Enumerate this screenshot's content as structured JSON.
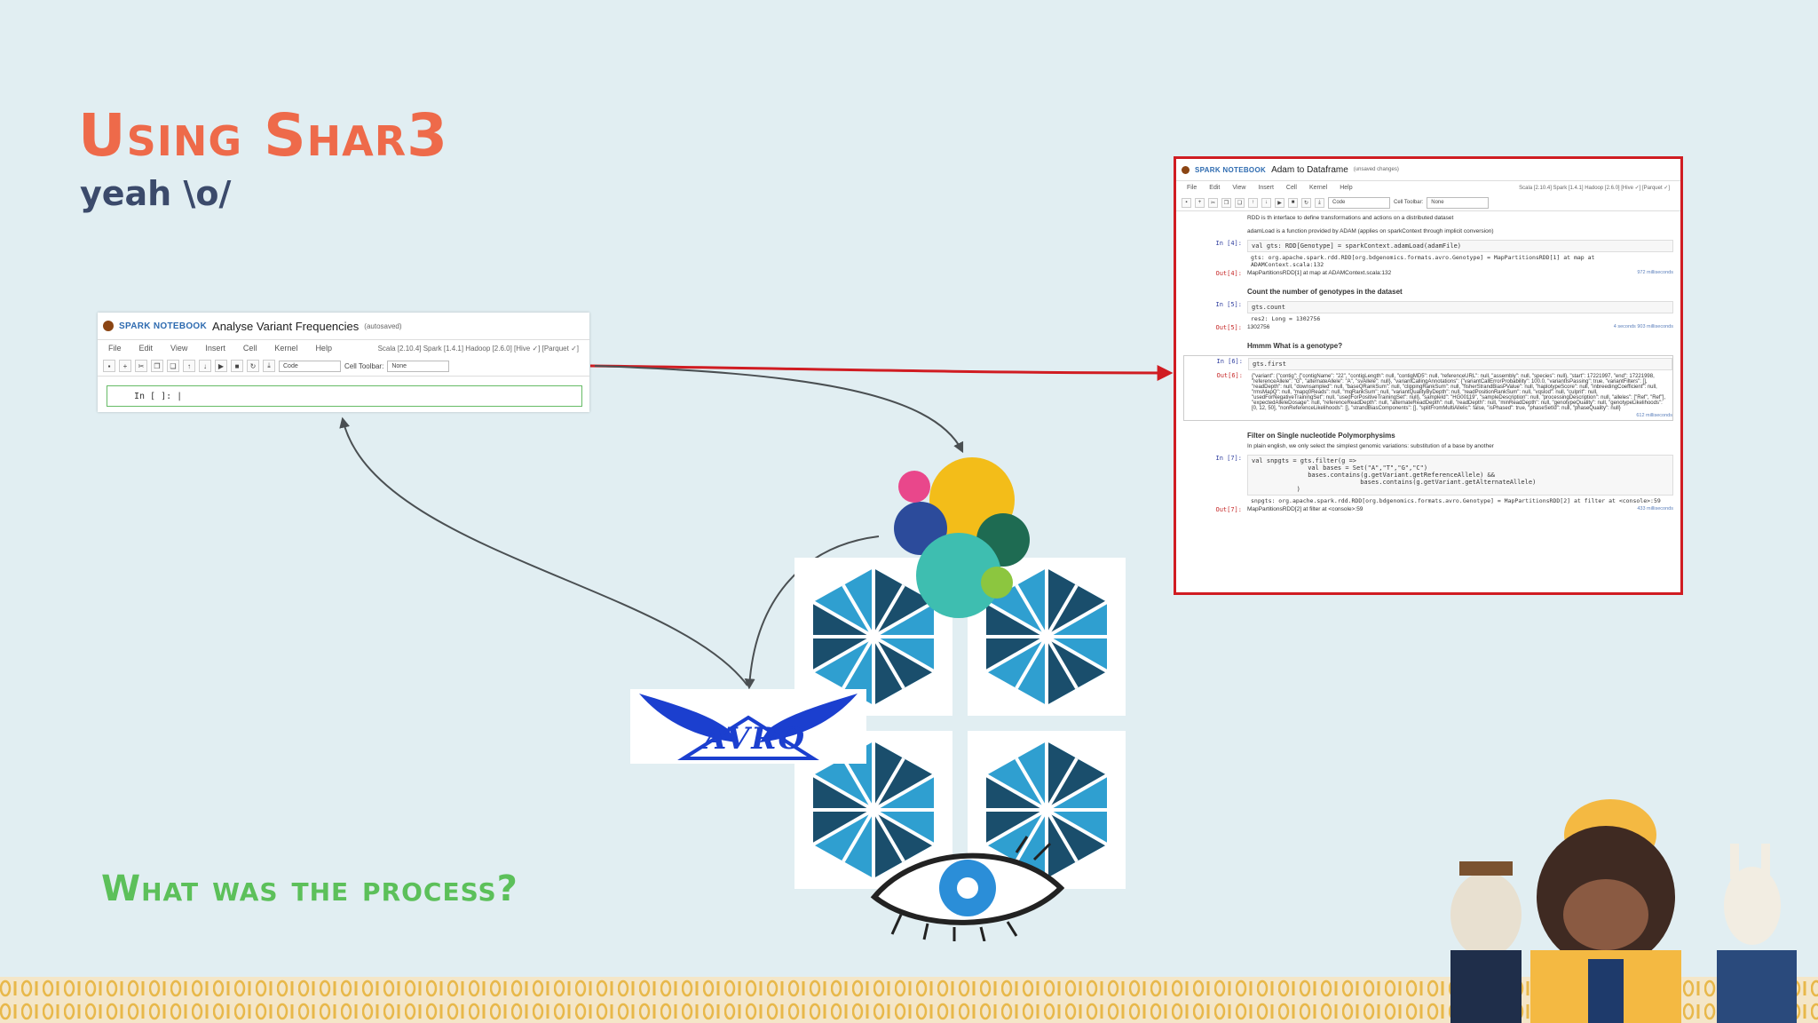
{
  "slide": {
    "title": "Using Shar3",
    "subtitle": "yeah \\o/",
    "question": "What was the process?"
  },
  "notebook_small": {
    "brand": "SPARK NOTEBOOK",
    "name": "Analyse Variant Frequencies",
    "status": "(autosaved)",
    "menu": [
      "File",
      "Edit",
      "View",
      "Insert",
      "Cell",
      "Kernel",
      "Help"
    ],
    "kernel_info": "Scala [2.10.4] Spark [1.4.1] Hadoop [2.6.0] [Hive ✓] [Parquet ✓]",
    "cell_type": "Code",
    "cell_toolbar_label": "Cell Toolbar:",
    "cell_toolbar_value": "None",
    "cell_prompt": "In [ ]: |"
  },
  "notebook_big": {
    "brand": "SPARK NOTEBOOK",
    "name": "Adam to Dataframe",
    "status": "(unsaved changes)",
    "menu": [
      "File",
      "Edit",
      "View",
      "Insert",
      "Cell",
      "Kernel",
      "Help"
    ],
    "kernel_info": "Scala [2.10.4] Spark [1.4.1] Hadoop [2.6.0] [Hive ✓] [Parquet ✓]",
    "cell_type": "Code",
    "cell_toolbar_label": "Cell Toolbar:",
    "cell_toolbar_value": "None",
    "md1": "RDD is th interface to define transformations and actions on a distributed dataset",
    "md2": "adamLoad is a function provided by ADAM (applies on sparkContext through implicit conversion)",
    "in4_prompt": "In [4]:",
    "in4_code": "val gts: RDD[Genotype] = sparkContext.adamLoad(adamFile)",
    "in4_stdout": "gts: org.apache.spark.rdd.RDD[org.bdgenomics.formats.avro.Genotype] = MapPartitionsRDD[1] at map at ADAMContext.scala:132",
    "out4_prompt": "Out[4]:",
    "out4_value": "MapPartitionsRDD[1] at map at ADAMContext.scala:132",
    "out4_time": "972 milliseconds",
    "h1": "Count the number of genotypes in the dataset",
    "in5_prompt": "In [5]:",
    "in5_code": "gts.count",
    "in5_stdout": "res2: Long = 1302756",
    "out5_prompt": "Out[5]:",
    "out5_value": "1302756",
    "out5_time": "4 seconds 903 milliseconds",
    "h2": "Hmmm What is a genotype?",
    "in6_prompt": "In [6]:",
    "in6_code": "gts.first",
    "out6_prompt": "Out[6]:",
    "out6_value": "{\"variant\": {\"contig\": {\"contigName\": \"22\", \"contigLength\": null, \"contigMD5\": null, \"referenceURL\": null, \"assembly\": null, \"species\": null}, \"start\": 17221997, \"end\": 17221998, \"referenceAllele\": \"G\", \"alternateAllele\": \"A\", \"svAllele\": null}, \"variantCallingAnnotations\": {\"variantCallErrorProbability\": 100.0, \"variantIsPassing\": true, \"variantFilters\": [], \"readDepth\": null, \"downsampled\": null, \"baseQRankSum\": null, \"clippingRankSum\": null, \"fisherStrandBiasPValue\": null, \"haplotypeScore\": null, \"inbreedingCoefficient\": null, \"rmsMapQ\": null, \"mapq0Reads\": null, \"mqRankSum\": null, \"variantQualityByDepth\": null, \"readPositionRankSum\": null, \"vqslod\": null, \"culprit\": null, \"usedForNegativeTrainingSet\": null, \"usedForPositiveTrainingSet\": null}, \"sampleId\": \"HG00119\", \"sampleDescription\": null, \"processingDescription\": null, \"alleles\": [\"Ref\", \"Ref\"], \"expectedAlleleDosage\": null, \"referenceReadDepth\": null, \"alternateReadDepth\": null, \"readDepth\": null, \"minReadDepth\": null, \"genotypeQuality\": null, \"genotypeLikelihoods\": [0, 12, 50], \"nonReferenceLikelihoods\": [], \"strandBiasComponents\": [], \"splitFromMultiAllelic\": false, \"isPhased\": true, \"phaseSetId\": null, \"phaseQuality\": null}",
    "out6_time": "612 milliseconds",
    "h3": "Filter on Single nucleotide Polymorphysims",
    "md3": "In plain english, we only select the simplest genomic variations: substitution of a base by another",
    "in7_prompt": "In [7]:",
    "in7_code": "val snpgts = gts.filter(g =>\n               val bases = Set(\"A\",\"T\",\"G\",\"C\")\n               bases.contains(g.getVariant.getReferenceAllele) &&\n                             bases.contains(g.getVariant.getAlternateAllele)\n            )",
    "in7_stdout": "snpgts: org.apache.spark.rdd.RDD[org.bdgenomics.formats.avro.Genotype] = MapPartitionsRDD[2] at filter at <console>:59",
    "out7_prompt": "Out[7]:",
    "out7_value": "MapPartitionsRDD[2] at filter at <console>:59",
    "out7_time": "433 milliseconds"
  },
  "logos": {
    "avro_text": "AVRO"
  },
  "colors": {
    "background": "#e1eef2",
    "title": "#ee6a4a",
    "subtitle": "#3b4a6b",
    "question": "#5cc05a",
    "highlight_border": "#d01c22",
    "arrow": "#4a4f52"
  }
}
